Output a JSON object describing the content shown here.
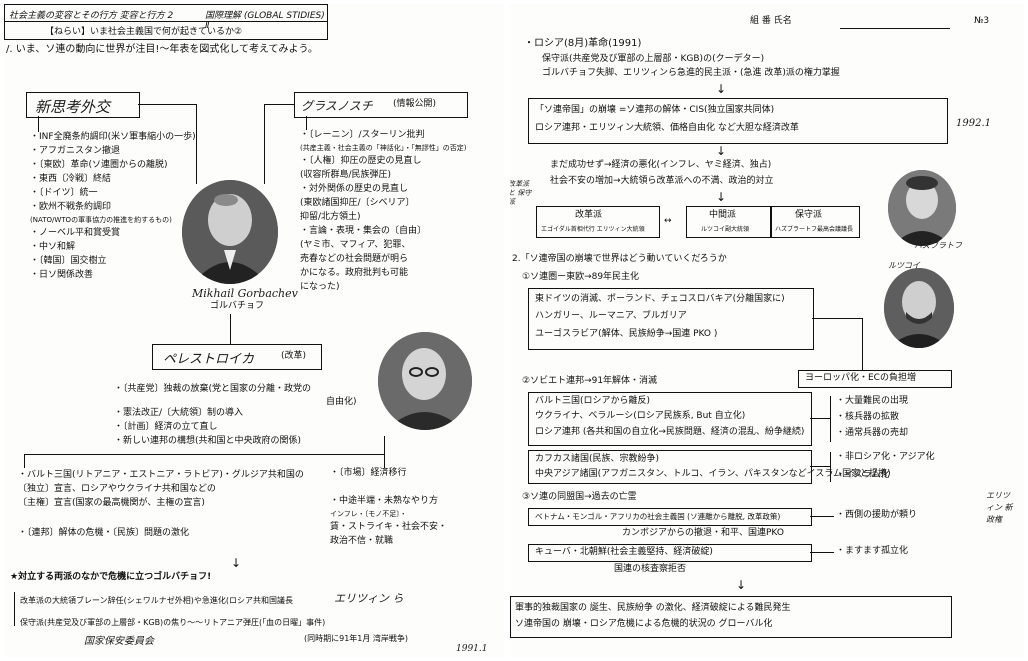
{
  "left": {
    "header_title": "社会主義の変容とその行方 変容と行方 2",
    "header_course": "国際理解 (GLOBAL STIDIES) Ⅱ",
    "header_aim": "【ねらい】いま社会主義国で何が起きているか②",
    "intro": "/. いま、ソ連の動向に世界が注目!〜年表を図式化して考えてみよう。",
    "new_thinking_box": "新思考外交",
    "new_thinking_items": [
      "・INF全廃条約調印(米ソ軍事縮小の一歩)",
      "・アフガニスタン撤退",
      "・〔東欧〕革命(ソ連圏からの離脱)",
      "・東西〔冷戦〕終結",
      "・〔ドイツ〕統一",
      "・欧州不戦条約調印",
      "  (NATO/WTOの軍事協力の推進を約するもの)",
      "・ノーベル平和賞受賞",
      "・中ソ和解",
      "・〔韓国〕国交樹立",
      "・日ソ関係改善"
    ],
    "glasnost_box": "グラスノスチ",
    "glasnost_label": "(情報公開)",
    "glasnost_items": [
      "・〔レーニン〕/スターリン批判",
      "  (共産主義・社会主義の「神話化」・「無謬性」の否定)",
      "・〔人権〕抑圧の歴史の見直し",
      "  (収容所群島/民族弾圧)",
      "・対外関係の歴史の見直し",
      "  (東欧諸国抑圧/〔シベリア〕",
      "  抑留/北方領土)",
      "・言論・表現・集会の〔自由〕",
      "  (ヤミ市、マフィア、犯罪、",
      "  売春などの社会問題が明ら",
      "  かになる。政府批判も可能",
      "  になった)"
    ],
    "signature": "Mikhail Gorbachev",
    "gorbachev_caption": "ゴルバチョフ",
    "perestroika_box": "ペレストロイカ",
    "perestroika_label": "(改革)",
    "perestroika_items": [
      "・〔共産党〕独裁の放棄(党と国家の分離・政党の",
      "・憲法改正/〔大統領〕制の導入",
      "・〔計画〕経済の立て直し",
      "・新しい連邦の構想(共和国と中央政府の関係)"
    ],
    "perestroika_tail": "自由化)",
    "baltic_items": [
      "・バルト三国(リトアニア・エストニア・ラトビア)・グルジア共和国の",
      "  〔独立〕宣言、ロシアやウクライナ共和国などの",
      "  〔主権〕宣言(国家の最高機関が、主権の宣言)"
    ],
    "federation_crisis": "・〔連邦〕解体の危機・〔民族〕問題の激化",
    "market_item": "・〔市場〕経済移行",
    "market_sub": [
      "・中途半端・未熟なやり方",
      "  インフレ・〔モノ不足〕・",
      "  賃・ストライキ・社会不安・",
      "  政治不信・就職"
    ],
    "conclusion": "★対立する両派のなかで危機に立つゴルバチョフ!",
    "bottom_items": [
      "改革派の大統領ブレーン辞任(シェワルナゼ外相)や急進化(ロシア共和国議長",
      "保守派(共産党及び軍部の上層部・KGB)の焦り〜〜リトアニア弾圧(「血の日曜」事件)",
      "(同時期に91年1月 湾岸戦争)"
    ],
    "hand_yeltsin": "エリツィン ら",
    "hand_kokka": "国家保安委員会",
    "hand_date": "1991.1"
  },
  "right": {
    "form_fields": "組    番 氏名",
    "form_no": "№3",
    "coup_line": "・ロシア(8月)革命(1991)",
    "coup_sub1": "保守派(共産党及び軍部の上層部・KGB)の(クーデター)",
    "coup_sub2": "ゴルバチョフ失脚、エリツィンら急進的民主派・(急進 改革)派の権力掌握",
    "collapse_box": "「ソ連帝国」の崩壊 =ソ連邦の解体・CIS(独立国家共同体)",
    "collapse_box2": "ロシア連邦・エリツィン大統領、価格自由化 など大胆な経済改革",
    "hand_1992": "1992.1",
    "failure1": "まだ成功せず→経済の悪化(インフレ、ヤミ経済、独占)",
    "failure2": "社会不安の増加→大統領ら改革派への不満、政治的対立",
    "side_note": "改革派 と 保守派",
    "factions": [
      {
        "name": "改革派",
        "sub": "エゴイダル首相代行 エリツィン大統領"
      },
      {
        "name": "中間派",
        "sub": "ルツコイ副大統領"
      },
      {
        "name": "保守派",
        "sub": "ハズブラートフ最高会議議長"
      }
    ],
    "khasbulatov_label": "ハズブラトフ",
    "rutskoy_label": "ルツコイ",
    "section2": "2.「ソ連帝国の崩壊で世界はどう動いていくだろうか",
    "s2_1": "①ソ連圏ー東欧→89年民主化",
    "s2_1_box": [
      "東ドイツの消滅、ポーランド、チェコスロバキア(分離国家に)",
      "ハンガリー、ルーマニア、ブルガリア",
      "ユーゴスラビア(解体、民族紛争→国連 PKO )"
    ],
    "europe_box": "ヨーロッパ化・ECの負担増",
    "s2_2": "②ソビエト連邦→91年解体・消滅",
    "s2_2_box": [
      "バルト三国(ロシアから離反)",
      "ウクライナ、ベラルーシ(ロシア民族系, But 自立化)",
      "ロシア連邦 (各共和国の自立化→民族問題、経済の混乱、紛争継続)"
    ],
    "s2_2_right": [
      "・大量難民の出現",
      "・核兵器の拡散",
      "・通常兵器の売却"
    ],
    "s2_2_box2": [
      "カフカス諸国(民族、宗教紛争)",
      "中央アジア諸国(アフガニスタン、トルコ、イラン、パキスタンなどイスラム国家と提携)"
    ],
    "s2_2_right2": [
      "・非ロシア化・アジア化",
      "・イスラム化"
    ],
    "s2_3": "③ソ連の同盟国→過去の亡霊",
    "s2_3_box1": "ベトナム・モンゴル・アフリカの社会主義国 (ソ連離から離脱, 改革政策)",
    "s2_3_line": "カンボジアからの撤退・和平、国連PKO",
    "s2_3_right1": "・西側の援助が頼り",
    "s2_3_box2": "キューバ・北朝鮮(社会主義堅持、経済破綻)",
    "s2_3_line2": "国連の核査察拒否",
    "s2_3_right2": "・ますます孤立化",
    "final_box": [
      "軍事的独裁国家の 誕生、民族紛争 の激化、経済破綻による難民発生",
      "ソ連帝国の 崩壊・ロシア危機による危機的状況の グローバル化"
    ],
    "hand_margin": "エリツィン 新 政権"
  }
}
